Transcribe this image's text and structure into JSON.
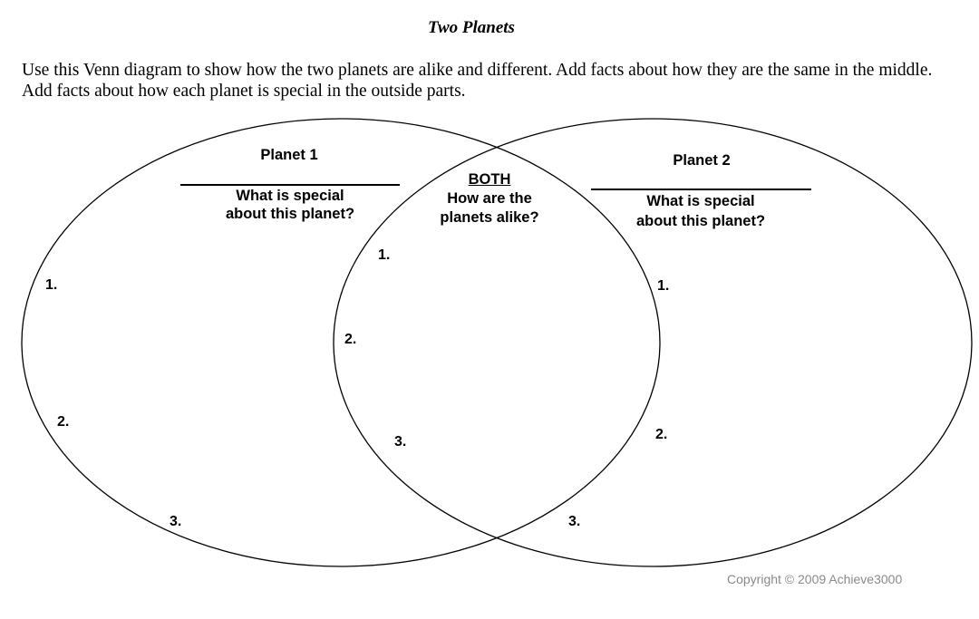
{
  "worksheet": {
    "title": "Two Planets",
    "instructions": "Use this Venn diagram to show how the two planets are alike and different. Add facts about how they are the same in the middle. Add facts about how each planet is special in the outside parts."
  },
  "left_circle": {
    "heading": "Planet 1",
    "prompt_line1": "What is special",
    "prompt_line2": "about this planet?",
    "numbers": [
      "1.",
      "2.",
      "3."
    ]
  },
  "middle": {
    "heading": "BOTH",
    "prompt_line1": "How are the",
    "prompt_line2": "planets alike?",
    "numbers": [
      "1.",
      "2.",
      "3."
    ]
  },
  "right_circle": {
    "heading": "Planet 2",
    "prompt_line1": "What is special",
    "prompt_line2": "about this planet?",
    "numbers": [
      "1.",
      "2.",
      "3."
    ]
  },
  "footer": {
    "copyright": "Copyright © 2009 Achieve3000"
  }
}
